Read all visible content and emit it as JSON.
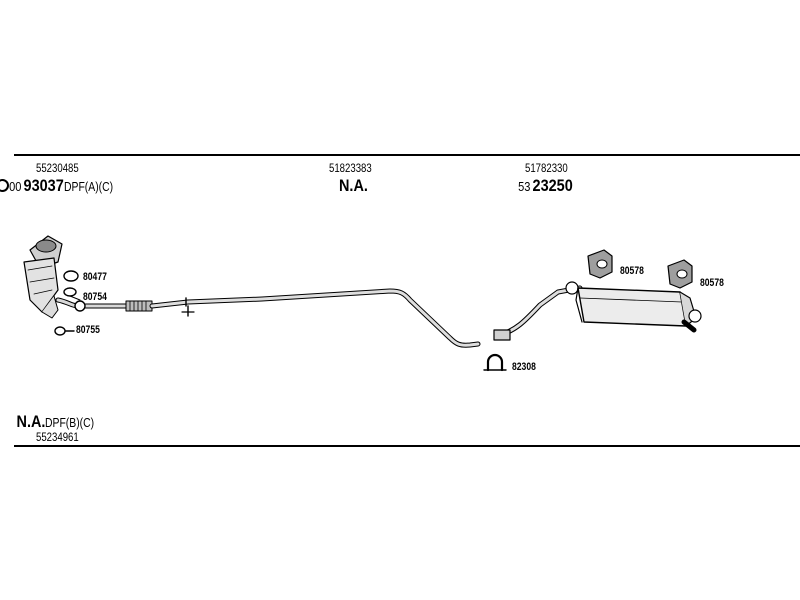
{
  "top_row": {
    "col1": {
      "part_no": "55230485",
      "prefix": "00",
      "code": "93037",
      "suffix": "DPF(A)(C)"
    },
    "col2": {
      "part_no": "51823383",
      "code": "N.A."
    },
    "col3": {
      "part_no": "51782330",
      "prefix": "53",
      "code": "23250"
    }
  },
  "callouts": {
    "gasket_top": "80477",
    "gasket_mid": "80754",
    "clamp_ring": "80755",
    "clamp_u": "82308",
    "hanger_left": "80578",
    "hanger_right": "80578"
  },
  "bottom_row": {
    "code": "N.A.",
    "suffix": "DPF(B)(C)",
    "part_no": "55234961"
  }
}
